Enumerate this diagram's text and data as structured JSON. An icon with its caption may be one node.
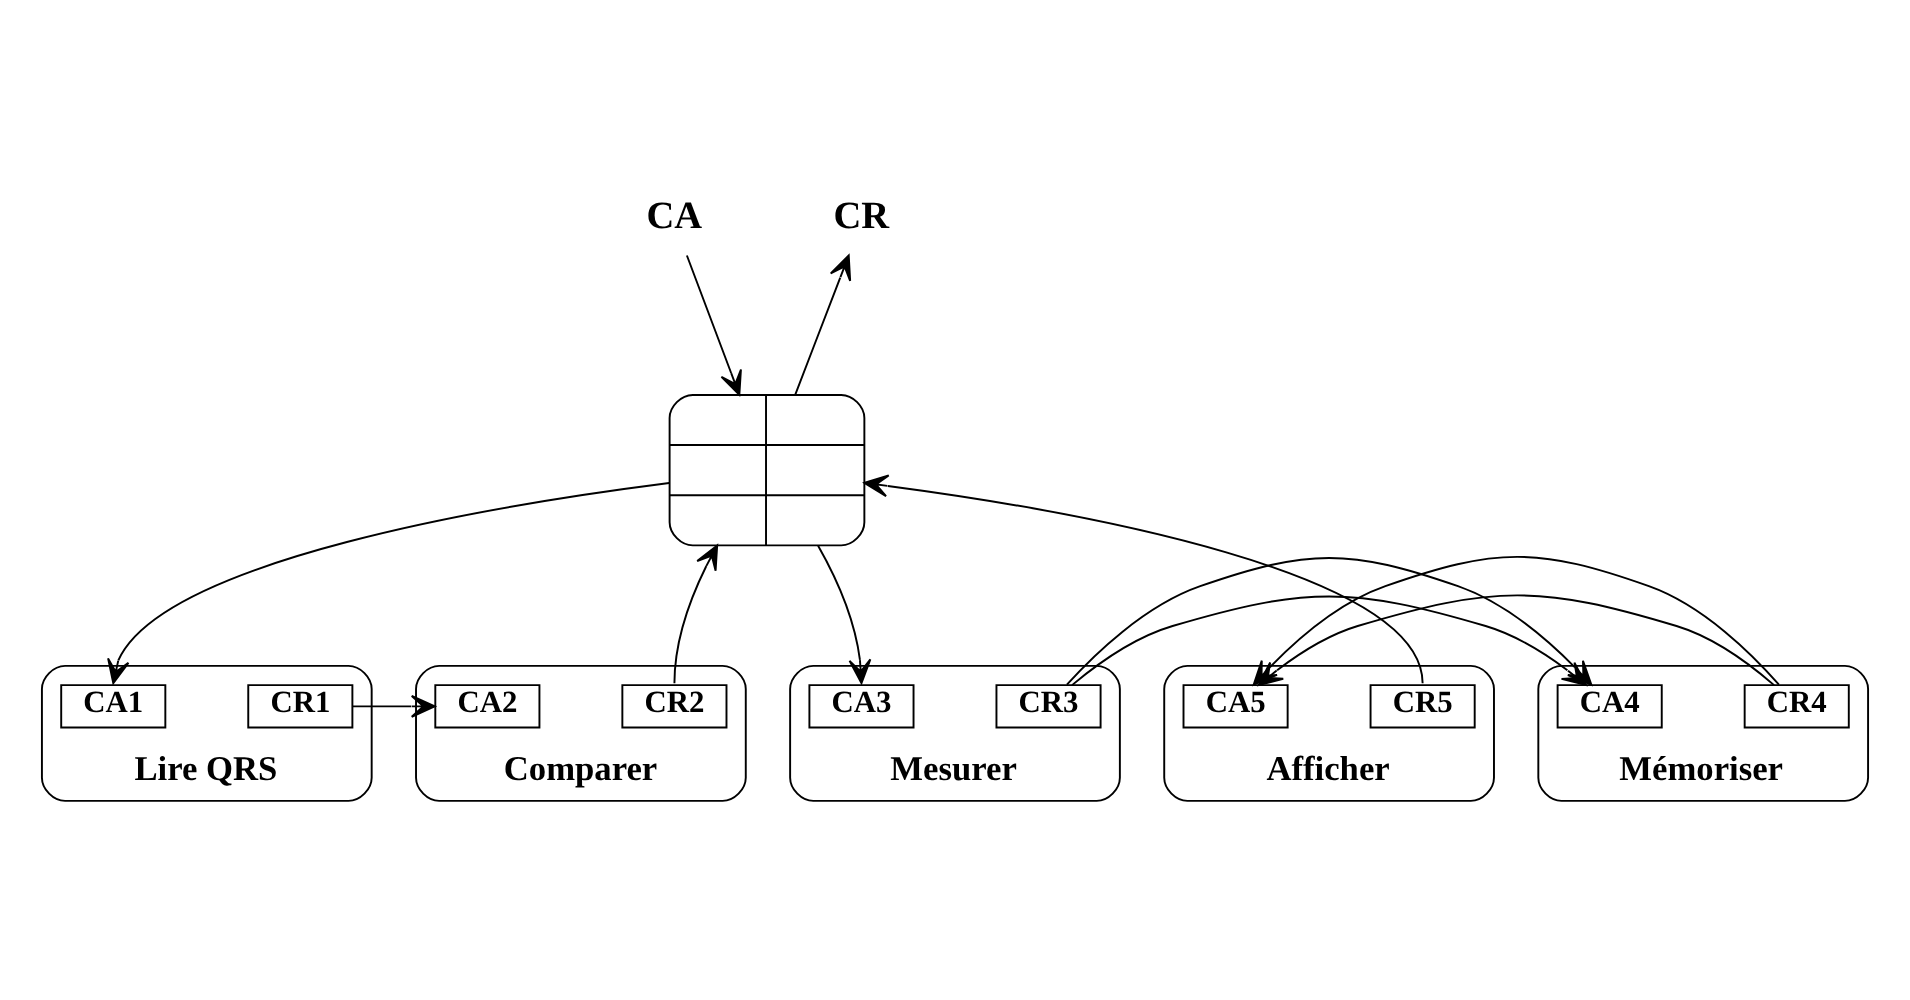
{
  "diagram": {
    "nodes": [
      {
        "text": [
          "CA"
        ]
      },
      {
        "text": [
          "CR"
        ]
      },
      {
        "text": [],
        "shape": "box"
      },
      {
        "text": [
          "Lire QRS"
        ]
      },
      {
        "text": [
          "CA1"
        ],
        "in": 3
      },
      {
        "text": [
          "CR1"
        ],
        "in": 3
      },
      {
        "text": [
          "Comparer"
        ]
      },
      {
        "text": [
          "CA2"
        ],
        "in": 6
      },
      {
        "text": [
          "CR2"
        ],
        "in": 6
      },
      {
        "text": [
          "Mesurer"
        ]
      },
      {
        "text": [
          "CA3"
        ],
        "in": 9
      },
      {
        "text": [
          "CR3"
        ],
        "in": 9
      },
      {
        "text": [
          "Mémoriser"
        ]
      },
      {
        "text": [
          "CA4"
        ],
        "in": 12
      },
      {
        "text": [
          "CR4"
        ],
        "in": 12
      },
      {
        "text": [
          "Afficher"
        ]
      },
      {
        "text": [
          "CA5"
        ],
        "in": 15
      },
      {
        "text": [
          "CR5"
        ],
        "in": 15
      }
    ],
    "edges": [
      {
        "from": 0,
        "to": 2,
        "arrow": "to"
      },
      {
        "from": 2,
        "to": 1,
        "arrow": "to"
      },
      {
        "from": 2,
        "to": 4,
        "arrow": "to"
      },
      {
        "from": 5,
        "to": 7,
        "arrow": "to"
      },
      {
        "from": 8,
        "to": 2,
        "arrow": "to"
      },
      {
        "from": 2,
        "to": 10,
        "arrow": "to"
      },
      {
        "from": 11,
        "to": 13,
        "arrow": "to"
      },
      {
        "from": 14,
        "to": 16,
        "arrow": "to"
      },
      {
        "from": 17,
        "to": 2,
        "arrow": "to"
      }
    ]
  }
}
